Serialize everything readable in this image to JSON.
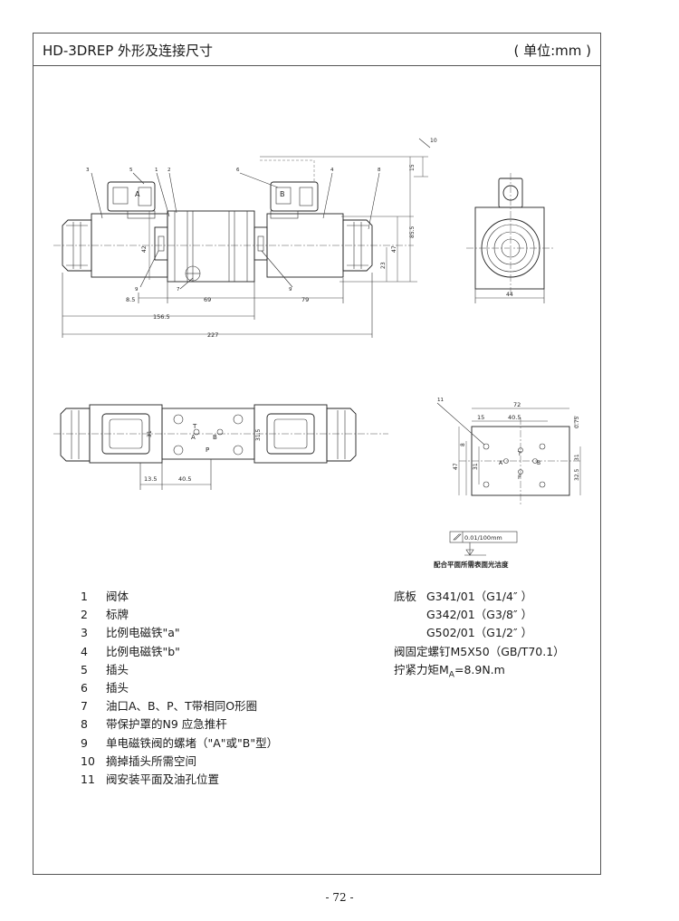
{
  "header": {
    "title": "HD-3DREP 外形及连接尺寸",
    "unit": "( 单位:mm )"
  },
  "drawing": {
    "dims": {
      "d10": "10",
      "d15": "15",
      "d85_5": "85.5",
      "d47": "47",
      "d23": "23",
      "d42": "42",
      "d8_5": "8.5",
      "d69": "69",
      "d79": "79",
      "d156_5": "156.5",
      "d227": "227",
      "d44": "44",
      "d31": "31",
      "d13_5": "13.5",
      "d40_5": "40.5",
      "d31_5": "31.5",
      "s72": "72",
      "s15": "15",
      "s40_5": "40.5",
      "s0_75": "0.75",
      "s8": "8",
      "s47": "47",
      "s31": "31",
      "s31b": "31",
      "s32_5": "32.5"
    },
    "callouts": {
      "c1": "1",
      "c2": "2",
      "c3": "3",
      "c4": "4",
      "c5": "5",
      "c6": "6",
      "c7": "7",
      "c8": "8",
      "c9a": "9",
      "c9b": "9",
      "c11": "11"
    },
    "ports": {
      "A_top": "A",
      "B_top": "B",
      "T": "T",
      "A": "A",
      "B": "B",
      "P": "P",
      "sA": "A",
      "sB": "B",
      "sT": "T",
      "sP": "P"
    },
    "tolerance": {
      "value": "0.01/100mm",
      "caption": "配合平面所需表面光洁度"
    }
  },
  "legend": [
    {
      "num": "1",
      "text": "阀体"
    },
    {
      "num": "2",
      "text": "标牌"
    },
    {
      "num": "3",
      "text": "比例电磁铁\"a\""
    },
    {
      "num": "4",
      "text": "比例电磁铁\"b\""
    },
    {
      "num": "5",
      "text": "插头"
    },
    {
      "num": "6",
      "text": "插头"
    },
    {
      "num": "7",
      "text": "油口A、B、P、T带相同O形圈"
    },
    {
      "num": "8",
      "text": "带保护罩的N9 应急推杆"
    },
    {
      "num": "9",
      "text": "单电磁铁阀的螺堵（\"A\"或\"B\"型）"
    },
    {
      "num": "10",
      "text": "摘掉插头所需空间"
    },
    {
      "num": "11",
      "text": "阀安装平面及油孔位置"
    }
  ],
  "notes": {
    "base_label": "底板",
    "bases": [
      "G341/01（G1/4″ ）",
      "G342/01（G3/8″ ）",
      "G502/01（G1/2″ ）"
    ],
    "screws": "阀固定螺钉M5X50（GB/T70.1）",
    "torque_prefix": "拧紧力矩M",
    "torque_sub": "A",
    "torque_suffix": "=8.9N.m"
  },
  "page_number": "- 72 -"
}
